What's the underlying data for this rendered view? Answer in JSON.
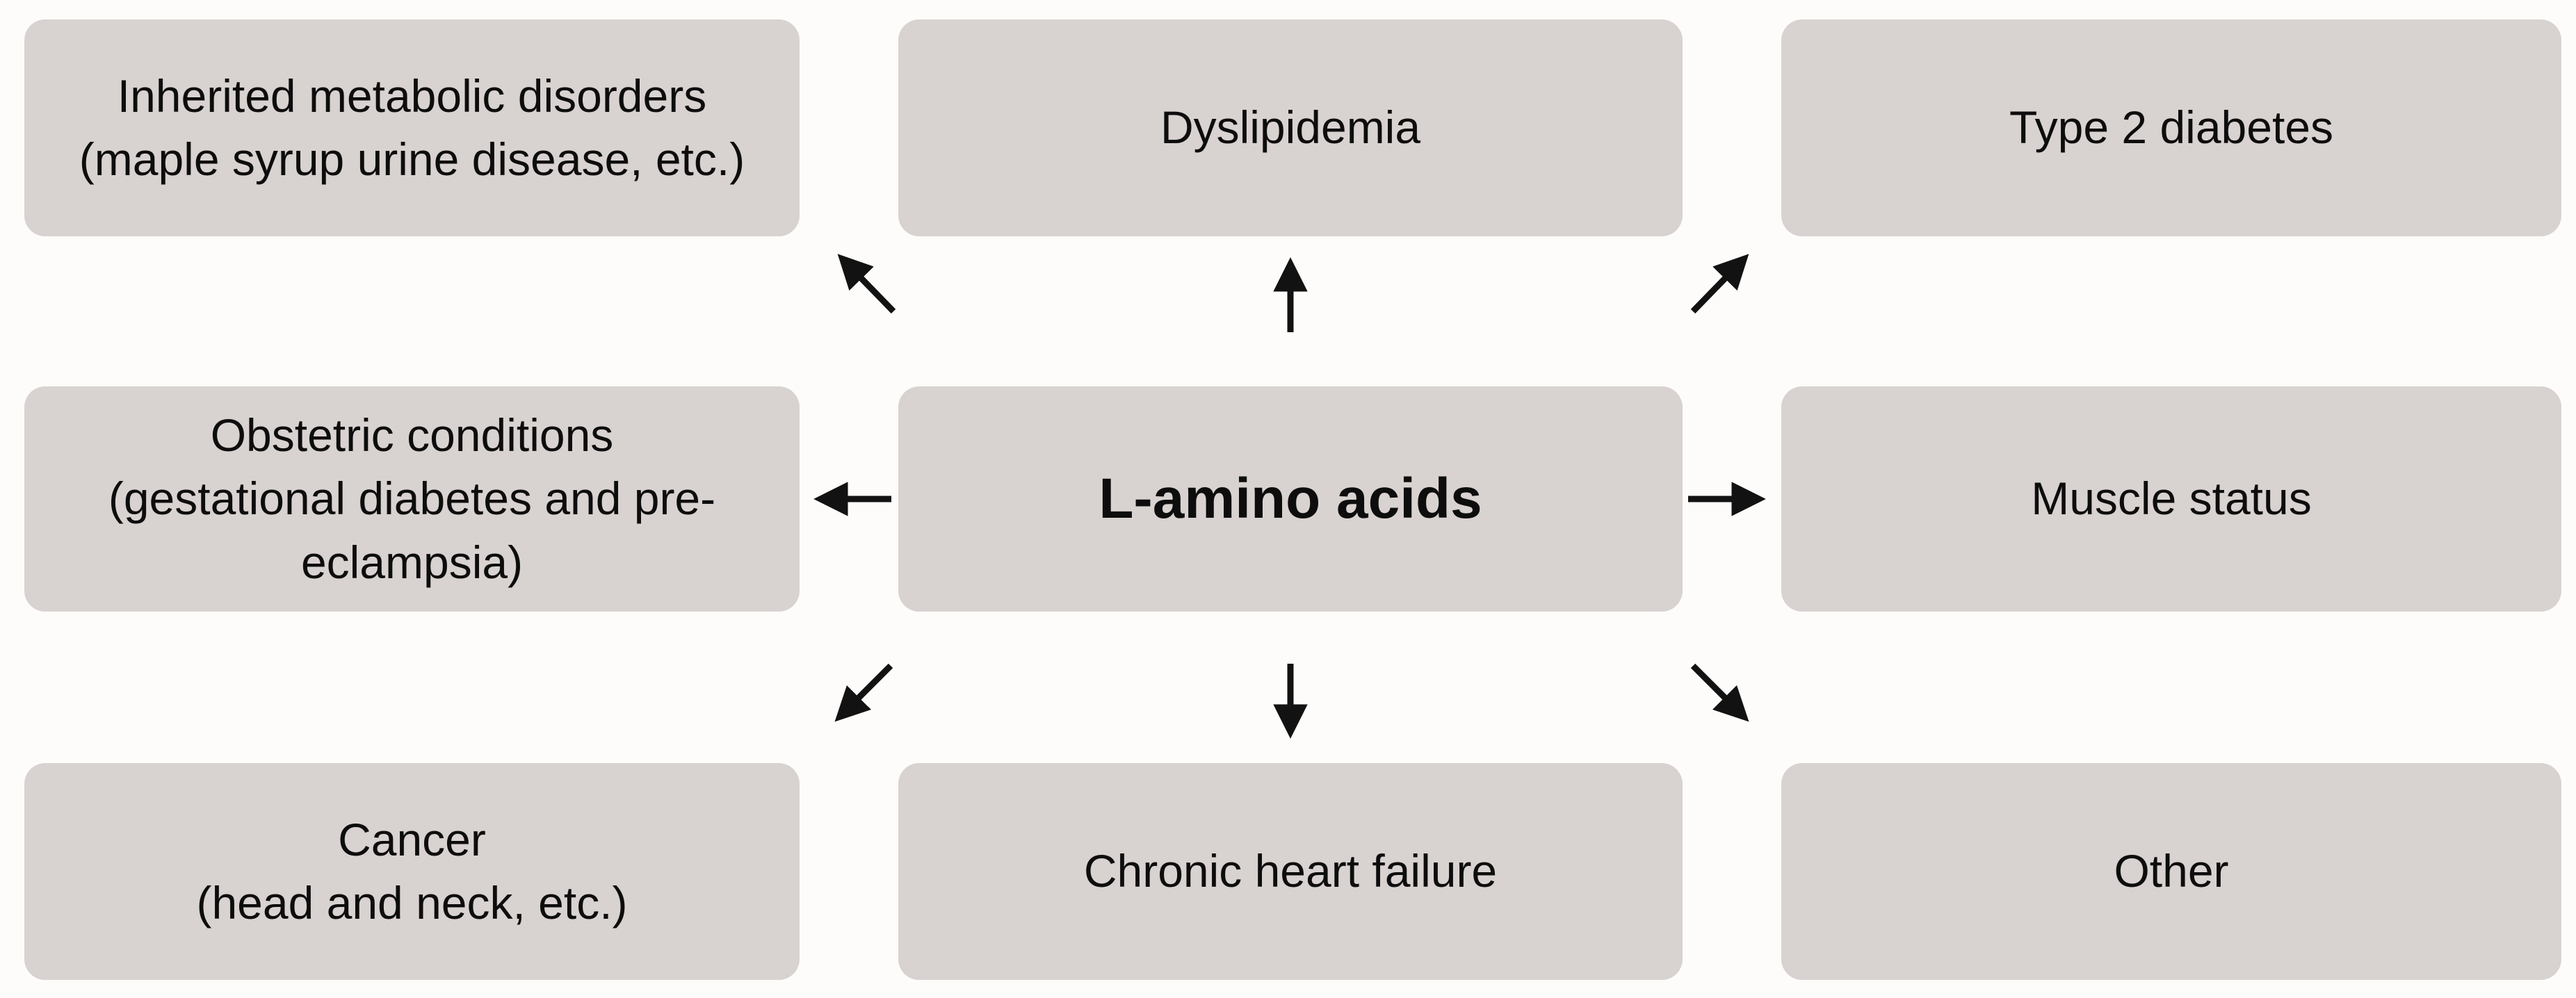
{
  "diagram": {
    "title": "",
    "center": {
      "id": "l-amino-acids",
      "label": "L-amino acids"
    },
    "nodes": [
      {
        "id": "inherited-metabolic-disorders",
        "label": "Inherited metabolic disorders\n(maple syrup urine disease, etc.)",
        "position": "top-left"
      },
      {
        "id": "dyslipidemia",
        "label": "Dyslipidemia",
        "position": "top-center"
      },
      {
        "id": "type-2-diabetes",
        "label": "Type 2 diabetes",
        "position": "top-right"
      },
      {
        "id": "obstetric-conditions",
        "label": "Obstetric conditions\n(gestational diabetes and pre-\neclampsia)",
        "position": "middle-left"
      },
      {
        "id": "muscle-status",
        "label": "Muscle status",
        "position": "middle-right"
      },
      {
        "id": "cancer",
        "label": "Cancer\n(head and neck, etc.)",
        "position": "bottom-left"
      },
      {
        "id": "chronic-heart-failure",
        "label": "Chronic heart failure",
        "position": "bottom-center"
      },
      {
        "id": "other",
        "label": "Other",
        "position": "bottom-right"
      }
    ],
    "edges": [
      {
        "from": "l-amino-acids",
        "to": "inherited-metabolic-disorders",
        "direction": "up-left"
      },
      {
        "from": "l-amino-acids",
        "to": "dyslipidemia",
        "direction": "up"
      },
      {
        "from": "l-amino-acids",
        "to": "type-2-diabetes",
        "direction": "up-right"
      },
      {
        "from": "l-amino-acids",
        "to": "obstetric-conditions",
        "direction": "left"
      },
      {
        "from": "l-amino-acids",
        "to": "muscle-status",
        "direction": "right"
      },
      {
        "from": "l-amino-acids",
        "to": "cancer",
        "direction": "down-left"
      },
      {
        "from": "l-amino-acids",
        "to": "chronic-heart-failure",
        "direction": "down"
      },
      {
        "from": "l-amino-acids",
        "to": "other",
        "direction": "down-right"
      }
    ],
    "colors": {
      "box_fill": "#d8d2d0",
      "box_text": "#0e0d0d",
      "arrow": "#121212",
      "background": "#fdfcfa"
    }
  }
}
